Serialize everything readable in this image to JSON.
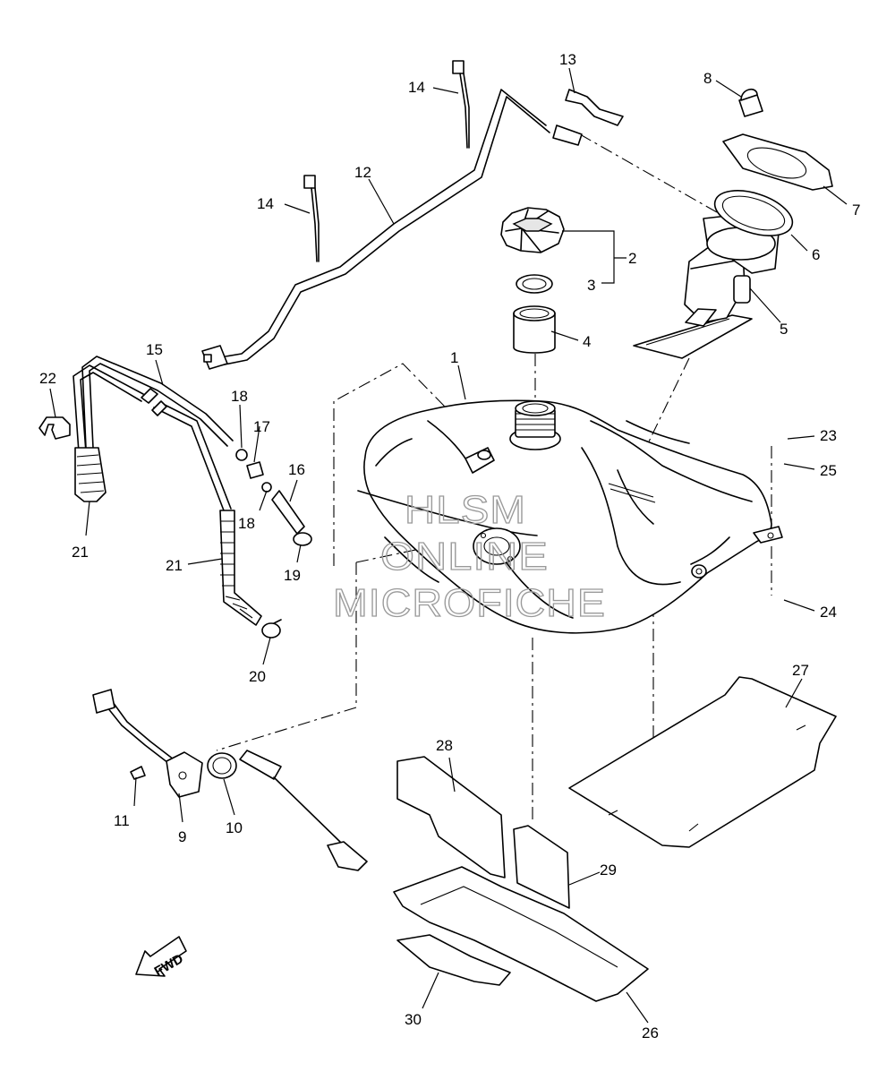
{
  "diagram": {
    "watermark": [
      "HLSM",
      "ONLINE",
      "MICROFICHE"
    ],
    "fwd_label": "FWD",
    "callouts": [
      "1",
      "2",
      "3",
      "4",
      "5",
      "6",
      "7",
      "8",
      "11",
      "9",
      "10",
      "12",
      "13",
      "14",
      "14",
      "15",
      "16",
      "17",
      "18",
      "18",
      "19",
      "20",
      "21",
      "21",
      "22",
      "23",
      "24",
      "25",
      "26",
      "27",
      "28",
      "29",
      "30"
    ]
  }
}
